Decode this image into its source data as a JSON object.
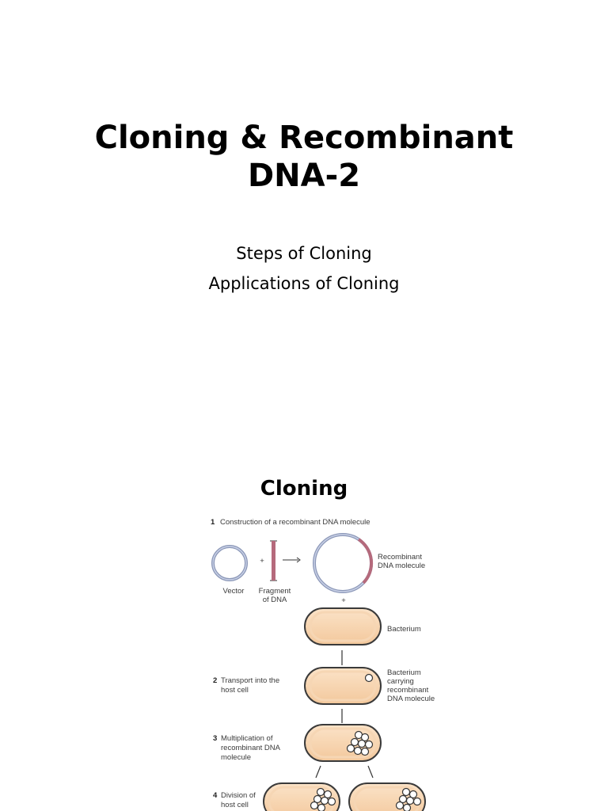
{
  "slide1": {
    "title_line1": "Cloning & Recombinant",
    "title_line2": "DNA-2",
    "subtitle_line1": "Steps of Cloning",
    "subtitle_line2": "Applications of Cloning"
  },
  "slide2": {
    "title": "Cloning",
    "figure": {
      "step1": {
        "num": "1",
        "text": "Construction of a recombinant DNA molecule"
      },
      "plus": "+",
      "vector": "Vector",
      "fragment_line1": "Fragment",
      "fragment_line2": "of DNA",
      "recombinant_line1": "Recombinant",
      "recombinant_line2": "DNA molecule",
      "bacterium": "Bacterium",
      "step2": {
        "num": "2",
        "line1": "Transport into the",
        "line2": "host cell"
      },
      "carrying_line1": "Bacterium",
      "carrying_line2": "carrying",
      "carrying_line3": "recombinant",
      "carrying_line4": "DNA molecule",
      "step3": {
        "num": "3",
        "line1": "Multiplication of",
        "line2": "recombinant DNA",
        "line3": "molecule"
      },
      "step4": {
        "num": "4",
        "line1": "Division of",
        "line2": "host cell"
      }
    }
  }
}
